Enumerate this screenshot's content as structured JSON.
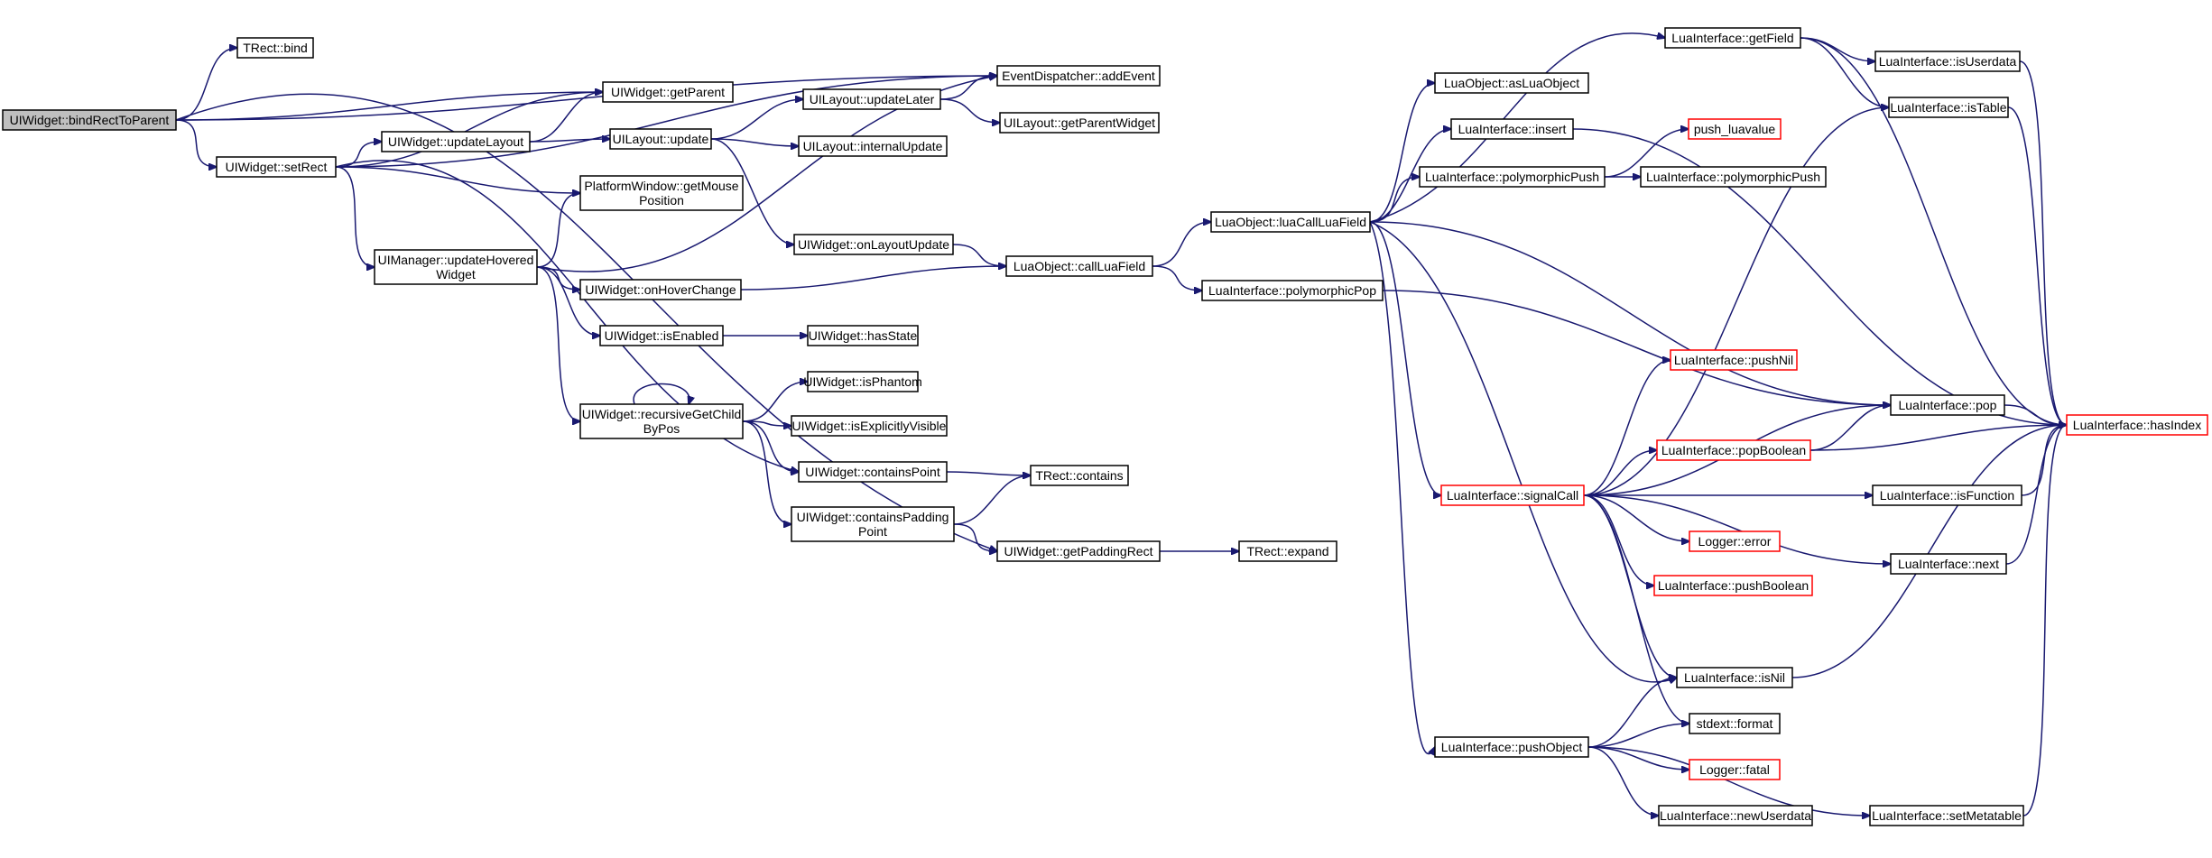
{
  "graph": {
    "colors": {
      "edge": "#191970",
      "box_border": "#000000",
      "box_border_external": "#ff0000",
      "root_fill": "#bfbfbf"
    },
    "nodes": [
      {
        "id": "uiw_bindRectToParent",
        "lines": [
          "UIWidget::bindRectToParent"
        ],
        "root": true
      },
      {
        "id": "trect_bind",
        "lines": [
          "TRect::bind"
        ]
      },
      {
        "id": "uiw_setRect",
        "lines": [
          "UIWidget::setRect"
        ]
      },
      {
        "id": "uiw_getParent",
        "lines": [
          "UIWidget::getParent"
        ]
      },
      {
        "id": "uiw_updateLayout",
        "lines": [
          "UIWidget::updateLayout"
        ]
      },
      {
        "id": "uilayout_update",
        "lines": [
          "UILayout::update"
        ]
      },
      {
        "id": "uilayout_updateLater",
        "lines": [
          "UILayout::updateLater"
        ]
      },
      {
        "id": "uilayout_internalUpdate",
        "lines": [
          "UILayout::internalUpdate"
        ]
      },
      {
        "id": "uilayout_getParentWidget",
        "lines": [
          "UILayout::getParentWidget"
        ]
      },
      {
        "id": "evd_addEvent",
        "lines": [
          "EventDispatcher::addEvent"
        ]
      },
      {
        "id": "pw_getMousePosition",
        "lines": [
          "PlatformWindow::getMouse",
          "Position"
        ]
      },
      {
        "id": "uim_updateHoveredWidget",
        "lines": [
          "UIManager::updateHovered",
          "Widget"
        ]
      },
      {
        "id": "uiw_onLayoutUpdate",
        "lines": [
          "UIWidget::onLayoutUpdate"
        ]
      },
      {
        "id": "uiw_onHoverChange",
        "lines": [
          "UIWidget::onHoverChange"
        ]
      },
      {
        "id": "uiw_isEnabled",
        "lines": [
          "UIWidget::isEnabled"
        ]
      },
      {
        "id": "uiw_hasState",
        "lines": [
          "UIWidget::hasState"
        ]
      },
      {
        "id": "uiw_recursiveGetChildByPos",
        "lines": [
          "UIWidget::recursiveGetChild",
          "ByPos"
        ]
      },
      {
        "id": "uiw_isPhantom",
        "lines": [
          "UIWidget::isPhantom"
        ]
      },
      {
        "id": "uiw_isExplicitlyVisible",
        "lines": [
          "UIWidget::isExplicitlyVisible"
        ]
      },
      {
        "id": "uiw_containsPoint",
        "lines": [
          "UIWidget::containsPoint"
        ]
      },
      {
        "id": "trect_contains",
        "lines": [
          "TRect::contains"
        ]
      },
      {
        "id": "uiw_containsPaddingPoint",
        "lines": [
          "UIWidget::containsPadding",
          "Point"
        ]
      },
      {
        "id": "uiw_getPaddingRect",
        "lines": [
          "UIWidget::getPaddingRect"
        ]
      },
      {
        "id": "trect_expand",
        "lines": [
          "TRect::expand"
        ]
      },
      {
        "id": "luaobj_callLuaField",
        "lines": [
          "LuaObject::callLuaField"
        ]
      },
      {
        "id": "luaobj_luaCallLuaField",
        "lines": [
          "LuaObject::luaCallLuaField"
        ]
      },
      {
        "id": "luaobj_asLuaObject",
        "lines": [
          "LuaObject::asLuaObject"
        ]
      },
      {
        "id": "li_insert",
        "lines": [
          "LuaInterface::insert"
        ]
      },
      {
        "id": "li_polymorphicPush_a",
        "lines": [
          "LuaInterface::polymorphicPush"
        ]
      },
      {
        "id": "push_luavalue",
        "lines": [
          "push_luavalue"
        ],
        "external": true
      },
      {
        "id": "li_polymorphicPush_b",
        "lines": [
          "LuaInterface::polymorphicPush"
        ]
      },
      {
        "id": "li_polymorphicPop",
        "lines": [
          "LuaInterface::polymorphicPop"
        ]
      },
      {
        "id": "li_getField",
        "lines": [
          "LuaInterface::getField"
        ]
      },
      {
        "id": "li_isUserdata",
        "lines": [
          "LuaInterface::isUserdata"
        ]
      },
      {
        "id": "li_isTable",
        "lines": [
          "LuaInterface::isTable"
        ]
      },
      {
        "id": "li_hasIndex",
        "lines": [
          "LuaInterface::hasIndex"
        ],
        "external": true
      },
      {
        "id": "li_pushNil",
        "lines": [
          "LuaInterface::pushNil"
        ],
        "external": true
      },
      {
        "id": "li_pop",
        "lines": [
          "LuaInterface::pop"
        ]
      },
      {
        "id": "li_popBoolean",
        "lines": [
          "LuaInterface::popBoolean"
        ],
        "external": true
      },
      {
        "id": "li_signalCall",
        "lines": [
          "LuaInterface::signalCall"
        ],
        "external": true
      },
      {
        "id": "li_isFunction",
        "lines": [
          "LuaInterface::isFunction"
        ]
      },
      {
        "id": "logger_error",
        "lines": [
          "Logger::error"
        ],
        "external": true
      },
      {
        "id": "li_pushBoolean",
        "lines": [
          "LuaInterface::pushBoolean"
        ],
        "external": true
      },
      {
        "id": "li_next",
        "lines": [
          "LuaInterface::next"
        ]
      },
      {
        "id": "li_isNil",
        "lines": [
          "LuaInterface::isNil"
        ]
      },
      {
        "id": "stdext_format",
        "lines": [
          "stdext::format"
        ]
      },
      {
        "id": "li_pushObject",
        "lines": [
          "LuaInterface::pushObject"
        ]
      },
      {
        "id": "logger_fatal",
        "lines": [
          "Logger::fatal"
        ],
        "external": true
      },
      {
        "id": "li_newUserdata",
        "lines": [
          "LuaInterface::newUserdata"
        ]
      },
      {
        "id": "li_setMetatable",
        "lines": [
          "LuaInterface::setMetatable"
        ]
      }
    ]
  }
}
